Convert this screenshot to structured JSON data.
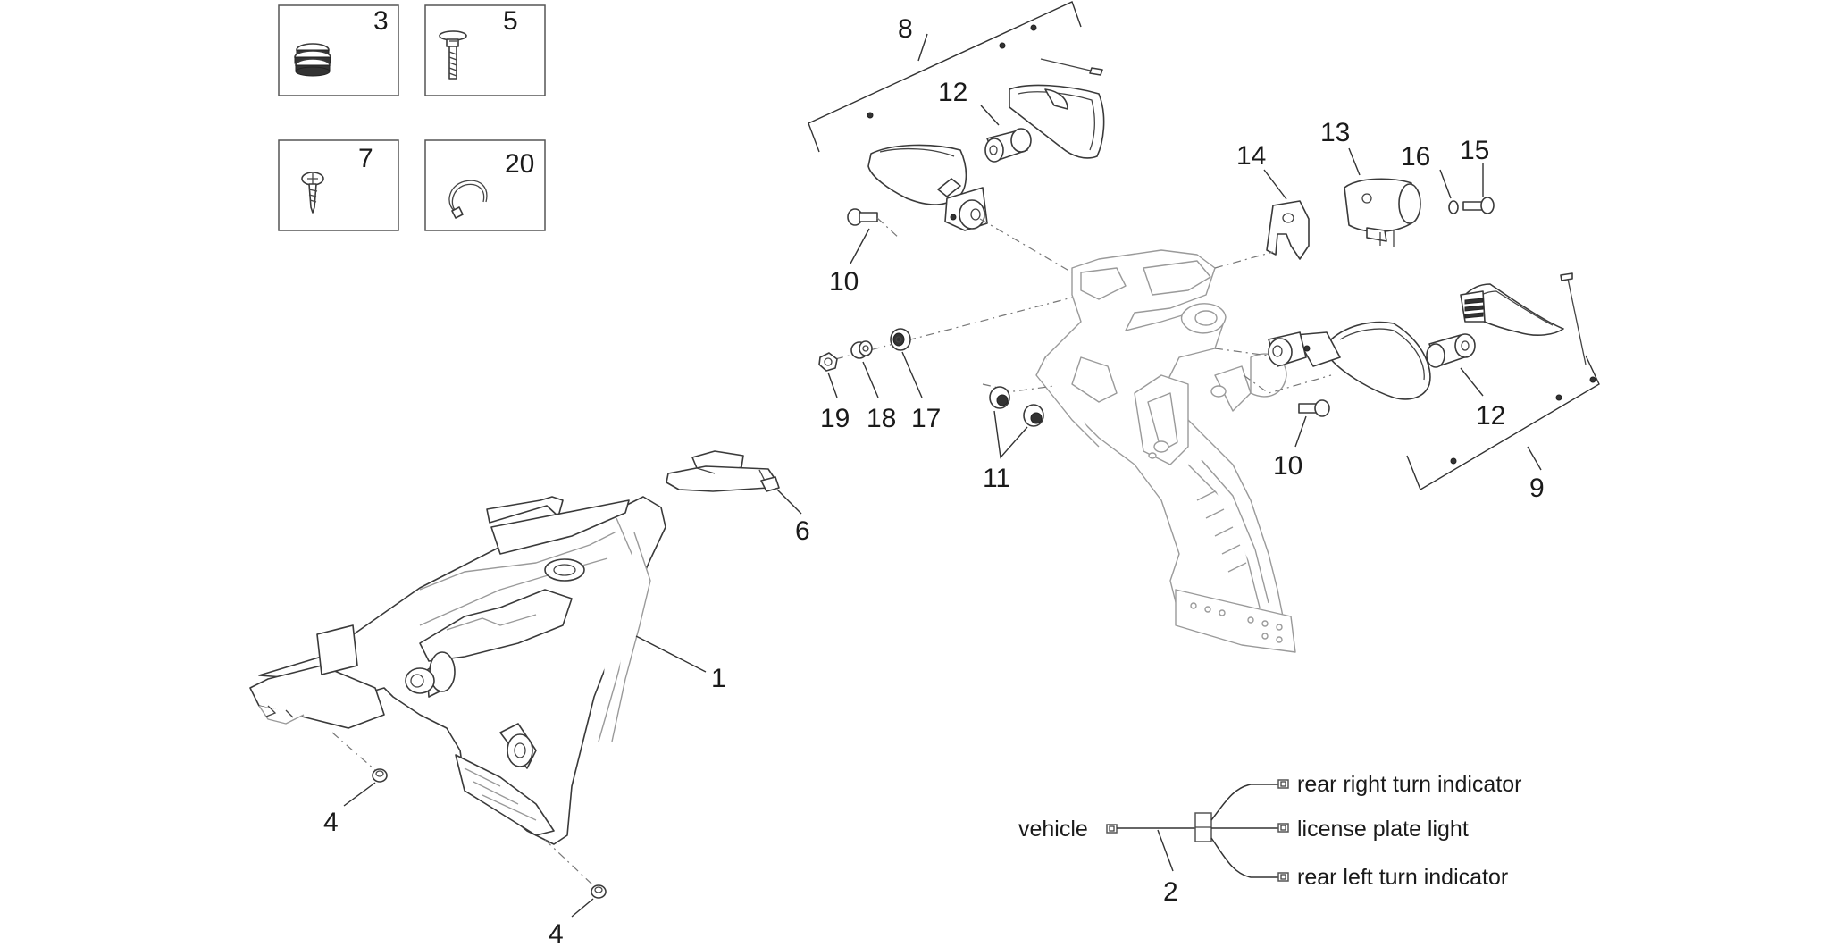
{
  "callouts": {
    "c1": "1",
    "c2": "2",
    "c3": "3",
    "c4a": "4",
    "c4b": "4",
    "c5": "5",
    "c6": "6",
    "c7": "7",
    "c8": "8",
    "c9": "9",
    "c10a": "10",
    "c10b": "10",
    "c11": "11",
    "c12a": "12",
    "c12b": "12",
    "c13": "13",
    "c14": "14",
    "c15": "15",
    "c16": "16",
    "c17": "17",
    "c18": "18",
    "c19": "19",
    "c20": "20"
  },
  "wiring": {
    "vehicle": "vehicle",
    "rear_right": "rear right turn indicator",
    "license": "license plate light",
    "rear_left": "rear left turn indicator"
  }
}
